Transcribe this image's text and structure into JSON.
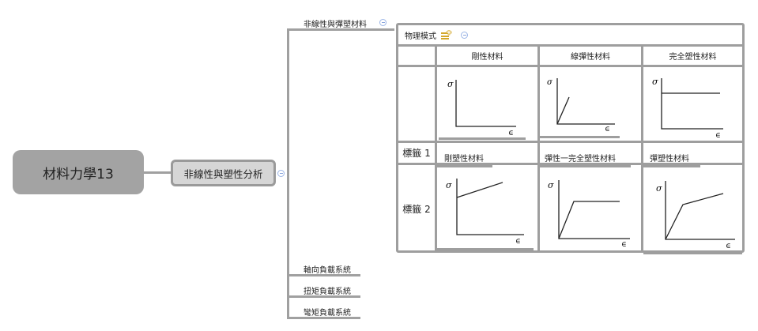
{
  "root": {
    "label": "材料力學13"
  },
  "topic": {
    "label": "非線性與塑性分析"
  },
  "branches": [
    {
      "label": "非線性與彈塑材料"
    },
    {
      "label": "軸向負載系統"
    },
    {
      "label": "扭矩負載系統"
    },
    {
      "label": "彎矩負載系統"
    }
  ],
  "table": {
    "title": "物理模式",
    "icons": {
      "add": "add-row-icon",
      "collapse": "collapse-icon"
    },
    "columns": [
      "剛性材料",
      "線彈性材料",
      "完全塑性材料"
    ],
    "rows": [
      {
        "label": "",
        "cells": [
          {
            "type": "graph",
            "graph": "rigid"
          },
          {
            "type": "graph",
            "graph": "linear-elastic"
          },
          {
            "type": "graph",
            "graph": "perfectly-plastic"
          }
        ]
      },
      {
        "label": "標籤 1",
        "cells": [
          {
            "type": "text",
            "text": "剛塑性材料"
          },
          {
            "type": "text",
            "text": "彈性一完全塑性材料"
          },
          {
            "type": "text",
            "text": "彈塑性材料"
          }
        ]
      },
      {
        "label": "標籤 2",
        "cells": [
          {
            "type": "graph",
            "graph": "rigid-plastic"
          },
          {
            "type": "graph",
            "graph": "elastic-perfectly-plastic"
          },
          {
            "type": "graph",
            "graph": "elasto-plastic"
          }
        ]
      }
    ],
    "axis": {
      "y": "σ",
      "x": "∈"
    }
  },
  "colors": {
    "root_bg": "#a3a3a3",
    "topic_bg": "#d6d6d6",
    "border": "#9e9e9e",
    "collapse": "#9bb5e6",
    "add_icon": "#d4a82a"
  }
}
